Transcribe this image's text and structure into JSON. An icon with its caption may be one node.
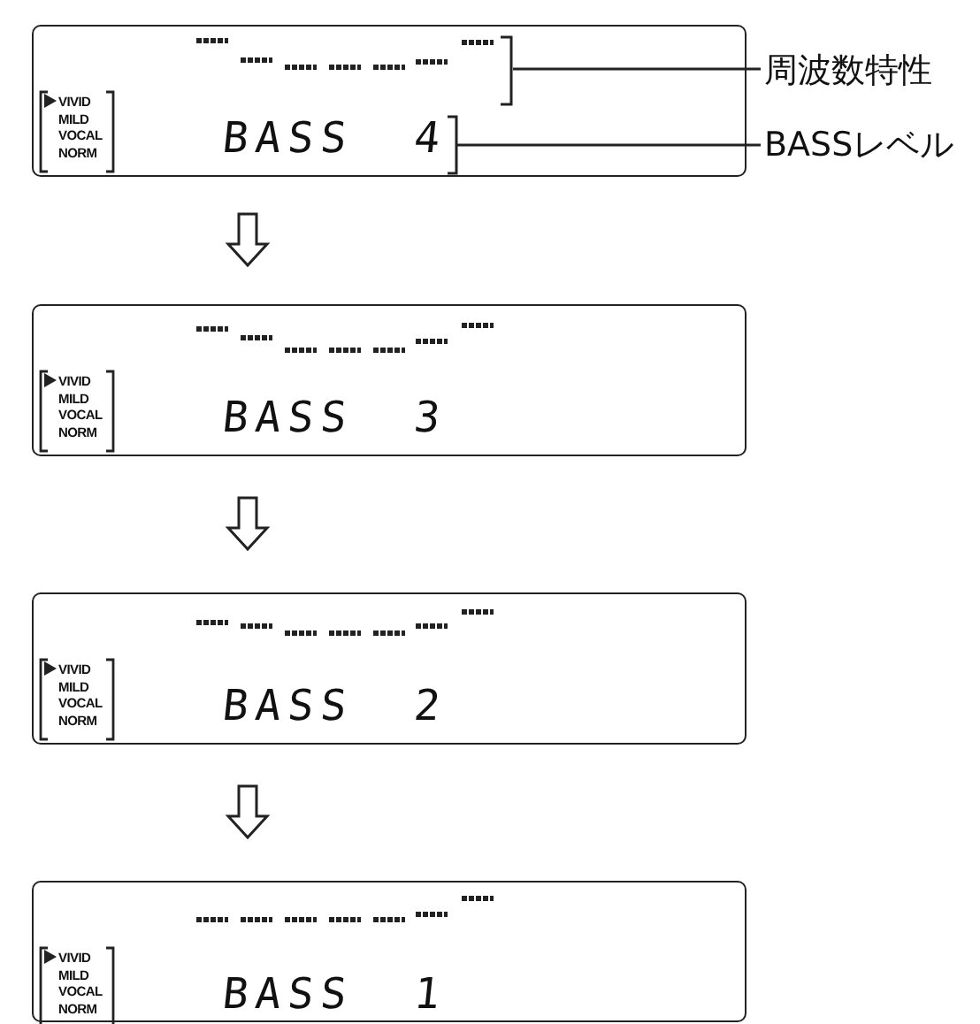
{
  "diagram": {
    "nodes": [
      {
        "text": [
          "VIVID MILD VOCAL NORM",
          "BASS 4"
        ]
      },
      {
        "text": [],
        "shape": "picture",
        "in": 0
      },
      {
        "text": [
          "周波数特性"
        ]
      },
      {
        "text": [
          "BASSレベル"
        ]
      },
      {
        "text": [
          "VIVID MILD VOCAL NORM",
          "BASS 3"
        ]
      },
      {
        "text": [
          "VIVID MILD VOCAL NORM",
          "BASS 2"
        ]
      },
      {
        "text": [
          "VIVID MILD VOCAL NORM",
          "BASS 1"
        ]
      }
    ],
    "edges": [
      {
        "from": 2,
        "to": 1,
        "arrow": "none"
      },
      {
        "from": 3,
        "to": null,
        "arrow": "none"
      },
      {
        "from": 0,
        "to": 4,
        "arrow": "to"
      },
      {
        "from": 4,
        "to": 5,
        "arrow": "to"
      },
      {
        "from": 5,
        "to": 6,
        "arrow": "to"
      }
    ]
  }
}
